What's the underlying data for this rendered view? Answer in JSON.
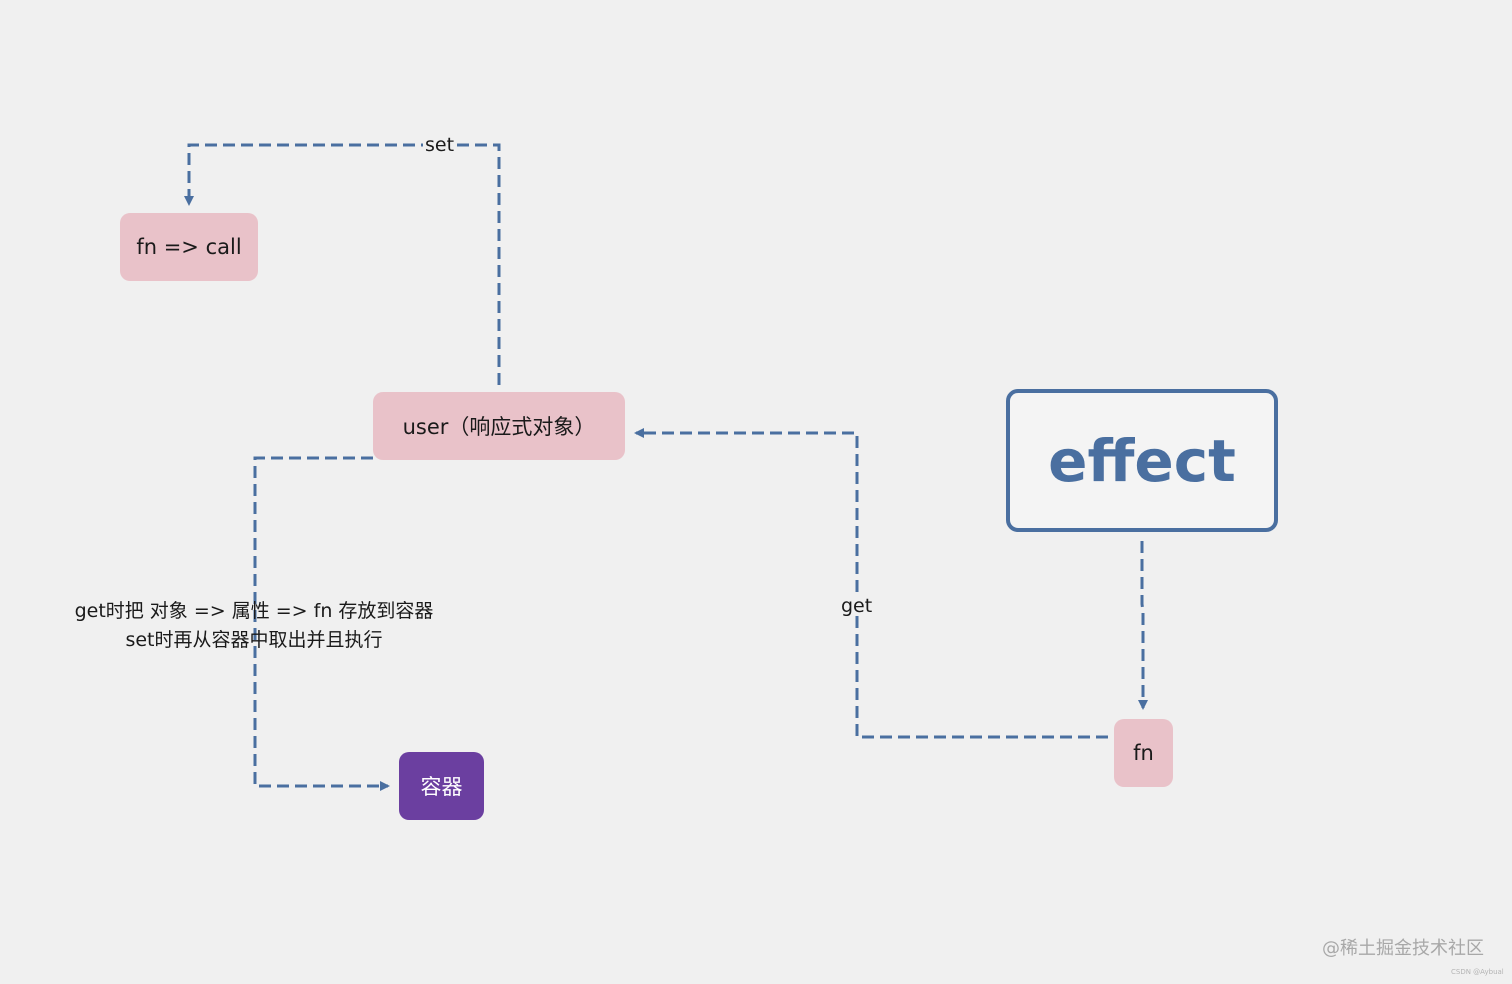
{
  "colors": {
    "edge": "#4a6fa0",
    "pink_node": "#e9c2c9",
    "container_node": "#6b3fa0",
    "effect_border": "#4a6fa0",
    "effect_text": "#4a6fa0",
    "background": "#f0f0f0"
  },
  "nodes": {
    "fn_call": "fn => call",
    "user": "user（响应式对象）",
    "container": "容器",
    "effect": "effect",
    "fn": "fn"
  },
  "edges": {
    "set_label": "set",
    "get_label": "get"
  },
  "note": {
    "line1": "get时把 对象 => 属性 => fn 存放到容器",
    "line2": "set时再从容器中取出并且执行"
  },
  "watermark": {
    "main": "@稀土掘金技术社区",
    "small": "CSDN @Aybual"
  }
}
